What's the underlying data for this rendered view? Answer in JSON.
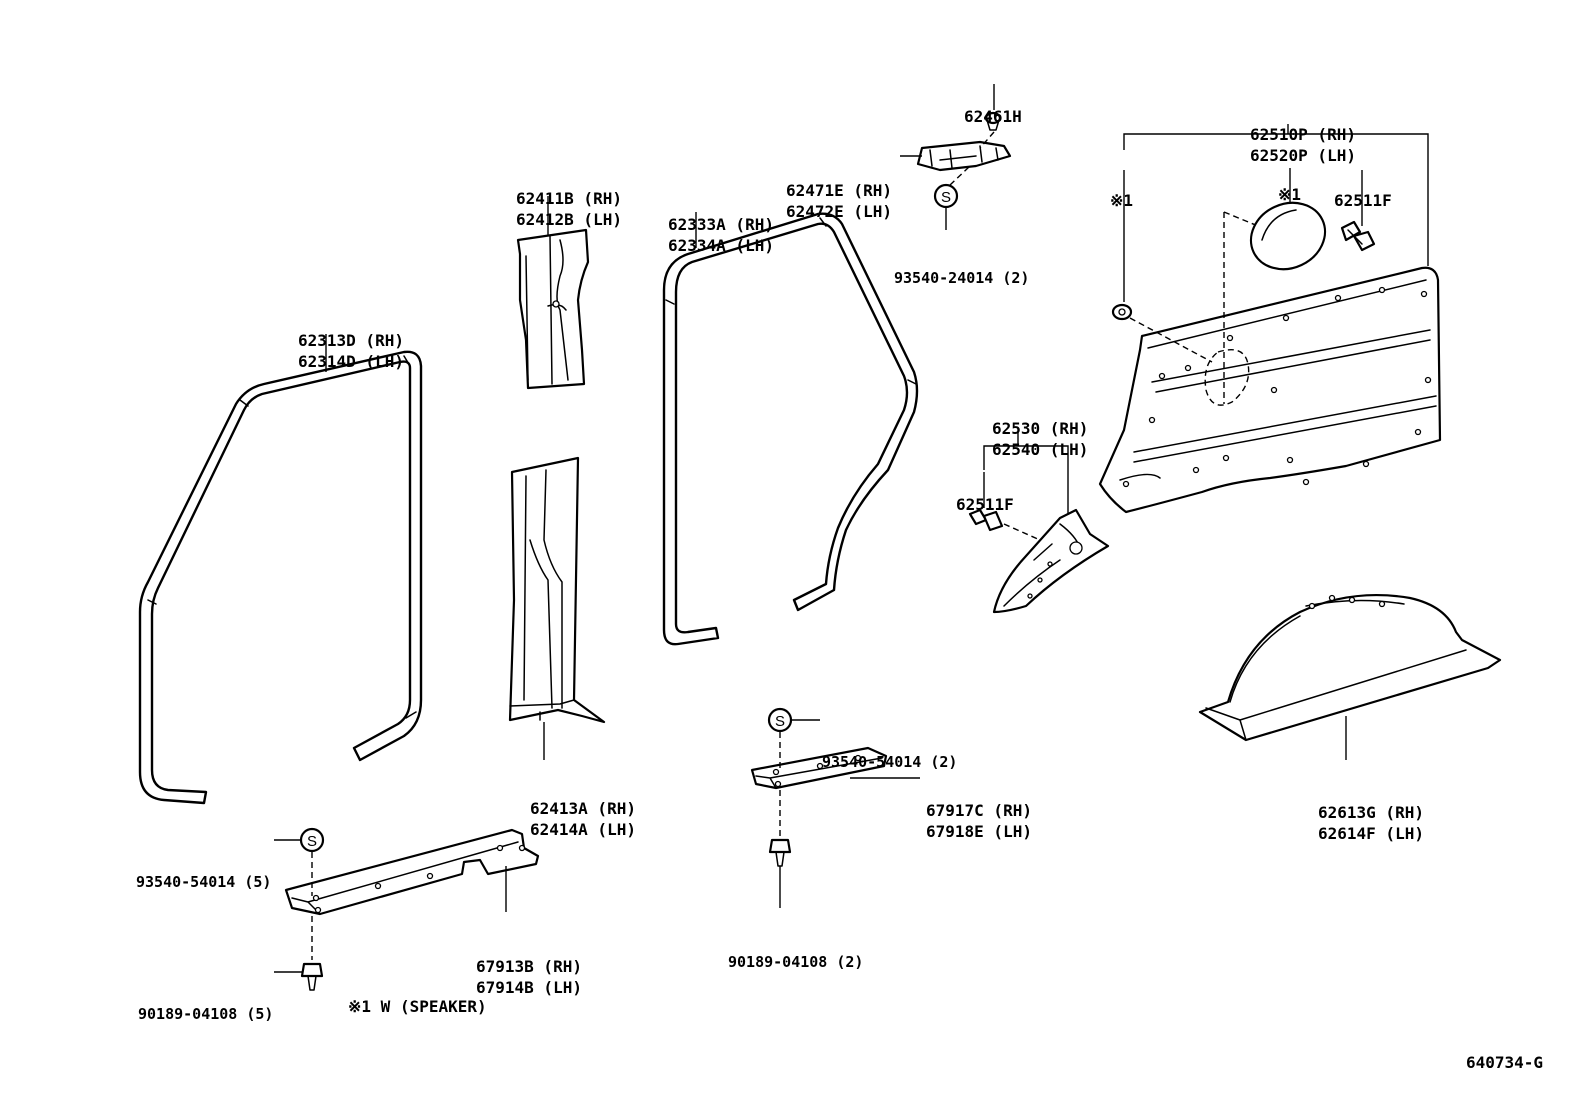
{
  "diagram_code": "640734-G",
  "footnote": "※1 W (SPEAKER)",
  "s_symbol": "S",
  "labels": {
    "p62313": [
      "62313D (RH)",
      "62314D (LH)"
    ],
    "p62411": [
      "62411B (RH)",
      "62412B (LH)"
    ],
    "p62413": [
      "62413A (RH)",
      "62414A (LH)"
    ],
    "p62333": [
      "62333A (RH)",
      "62334A (LH)"
    ],
    "p62461": [
      "62461H"
    ],
    "p62471": [
      "62471E (RH)",
      "62472E (LH)"
    ],
    "p93540_24014": [
      "93540-24014 (2)"
    ],
    "p62510": [
      "62510P (RH)",
      "62520P (LH)"
    ],
    "mark1_left": [
      "※1"
    ],
    "mark1_mid": [
      "※1"
    ],
    "p62511_top": [
      "62511F"
    ],
    "p62530": [
      "62530 (RH)",
      "62540 (LH)"
    ],
    "p62511_mid": [
      "62511F"
    ],
    "p62613": [
      "62613G (RH)",
      "62614F (LH)"
    ],
    "p93540_54014_mid": [
      "93540-54014 (2)"
    ],
    "p67917": [
      "67917C (RH)",
      "67918E (LH)"
    ],
    "p90189_mid": [
      "90189-04108 (2)"
    ],
    "p93540_54014_left": [
      "93540-54014 (5)"
    ],
    "p67913": [
      "67913B (RH)",
      "67914B (LH)"
    ],
    "p90189_left": [
      "90189-04108 (5)"
    ]
  }
}
